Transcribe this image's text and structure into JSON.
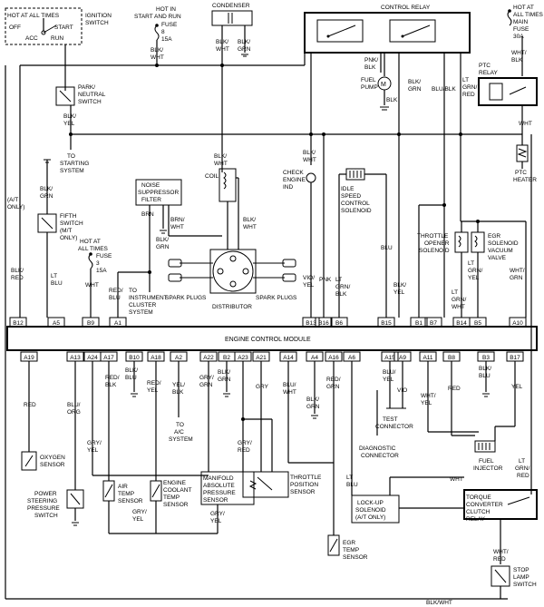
{
  "labels": {
    "hot_all_times_top": "HOT AT ALL TIMES",
    "ignition_switch_1": "IGNITION",
    "ignition_switch_2": "SWITCH",
    "sw_off": "OFF",
    "sw_start": "START",
    "sw_acc": "ACC",
    "sw_run": "RUN",
    "hot_start_run_1": "HOT IN",
    "hot_start_run_2": "START AND RUN",
    "fuse8_1": "FUSE",
    "fuse8_2": "8",
    "fuse8_3": "15A",
    "w_blk_wht_ign_1": "BLK/",
    "w_blk_wht_ign_2": "WHT",
    "condenser": "CONDENSER",
    "cond_blk_wht_1": "BLK/",
    "cond_blk_wht_2": "WHT",
    "cond_blk_grn_1": "BLK/",
    "cond_blk_grn_2": "GRN",
    "control_relay": "CONTROL RELAY",
    "hot_main_1": "HOT AT",
    "hot_main_2": "ALL TIMES",
    "main_fuse_1": "MAIN",
    "main_fuse_2": "FUSE",
    "main_fuse_3": "30A",
    "main_wht_blk_1": "WHT/",
    "main_wht_blk_2": "BLK",
    "park_neutral_1": "PARK/",
    "park_neutral_2": "NEUTRAL",
    "park_neutral_3": "SWITCH",
    "pn_blk_yel_1": "BLK/",
    "pn_blk_yel_2": "YEL",
    "pnk_blk_1": "PNK/",
    "pnk_blk_2": "BLK",
    "fuel_pump_1": "FUEL",
    "fuel_pump_2": "PUMP",
    "pump_m": "M",
    "cr_blk_1": "BLK",
    "cr_blk_grn_1": "BLK/",
    "cr_blk_grn_2": "GRN",
    "cr_blu_blk_1": "BLU/BLK",
    "cr_lt_grn_red_1": "LT",
    "cr_lt_grn_red_2": "GRN/",
    "cr_lt_grn_red_3": "RED",
    "ptc_relay_1": "PTC",
    "ptc_relay_2": "RELAY",
    "ptc_wht": "WHT",
    "ptc_heater_1": "PTC",
    "ptc_heater_2": "HEATER",
    "to_starting_1": "TO",
    "to_starting_2": "STARTING",
    "to_starting_3": "SYSTEM",
    "coil": "COIL",
    "coil_blk_wht_1": "BLK/",
    "coil_blk_wht_2": "WHT",
    "check_engine_1": "CHECK",
    "check_engine_2": "ENGINE",
    "check_engine_3": "IND",
    "ce_blk_wht_1": "BLK/",
    "ce_blk_wht_2": "WHT",
    "isc_1": "IDLE",
    "isc_2": "SPEED",
    "isc_3": "CONTROL",
    "isc_4": "SOLENOID",
    "fifth_blk_grn_1": "BLK/",
    "fifth_blk_grn_2": "GRN",
    "noise_1": "NOISE",
    "noise_2": "SUPPRESSOR",
    "noise_3": "FILTER",
    "at_only_1": "(A/T",
    "at_only_2": "ONLY)",
    "fifth_1": "FIFTH",
    "fifth_2": "SWITCH",
    "fifth_3": "(M/T",
    "fifth_4": "ONLY)",
    "brn": "BRN",
    "brn_wht_1": "BRN/",
    "brn_wht_2": "WHT",
    "ns_blk_grn_1": "BLK/",
    "ns_blk_grn_2": "GRN",
    "dist_blk_wht_1": "BLK/",
    "dist_blk_wht_2": "WHT",
    "blu": "BLU",
    "to_opener_1": "THROTTLE",
    "to_opener_2": "OPENER",
    "to_opener_3": "SOLENOID",
    "egr_sol_1": "EGR",
    "egr_sol_2": "SOLENOID",
    "egr_sol_3": "VACUUM",
    "egr_sol_4": "VALVE",
    "hot_fuse3_1": "HOT AT",
    "hot_fuse3_2": "ALL TIMES",
    "fuse3_1": "FUSE",
    "fuse3_2": "3",
    "fuse3_3": "15A",
    "b12_blk_red_1": "BLK/",
    "b12_blk_red_2": "RED",
    "a5_lt_blu_1": "LT",
    "a5_lt_blu_2": "BLU",
    "b9_wht": "WHT",
    "a1_red_blu_1": "RED/",
    "a1_red_blu_2": "BLU",
    "to_ic_1": "TO",
    "to_ic_2": "INSTRUMENT",
    "to_ic_3": "CLUSTER",
    "to_ic_4": "SYSTEM",
    "spark_plugs_l": "SPARK PLUGS",
    "spark_plugs_r": "SPARK PLUGS",
    "distributor": "DISTRIBUTOR",
    "b13_vio_yel_1": "VIO/",
    "b13_vio_yel_2": "YEL",
    "b16_pnk": "PNK",
    "b6_lt_grn_blk_1": "LT",
    "b6_lt_grn_blk_2": "GRN/",
    "b6_lt_grn_blk_3": "BLK",
    "b15_blk_yel_1": "BLK/",
    "b15_blk_yel_2": "YEL",
    "b14_lt_grn_wht_1": "LT",
    "b14_lt_grn_wht_2": "GRN/",
    "b14_lt_grn_wht_3": "WHT",
    "b5_lt_grn_yel_1": "LT",
    "b5_lt_grn_yel_2": "GRN/",
    "b5_lt_grn_yel_3": "YEL",
    "a10_wht_grn_1": "WHT/",
    "a10_wht_grn_2": "GRN",
    "ecm": "ENGINE CONTROL MODULE",
    "pins_top": [
      "B12",
      "A5",
      "B9",
      "A1",
      "B13",
      "B16",
      "B6",
      "B15",
      "B1",
      "B7",
      "B14",
      "B5",
      "A10"
    ],
    "pins_bottom": [
      "A19",
      "A13",
      "A24",
      "A17",
      "B10",
      "A18",
      "A2",
      "A22",
      "B2",
      "A23",
      "A21",
      "A14",
      "A4",
      "A16",
      "A6",
      "A15",
      "A9",
      "A11",
      "B8",
      "B3",
      "B17"
    ],
    "a19_red": "RED",
    "a13_blu_org_1": "BLU/",
    "a13_blu_org_2": "ORG",
    "a24_gry_yel_1": "GRY/",
    "a24_gry_yel_2": "YEL",
    "a17_red_blk_1": "RED/",
    "a17_red_blk_2": "BLK",
    "b10_blk_blu_1": "BLK/",
    "b10_blk_blu_2": "BLU",
    "a18_red_yel_1": "RED/",
    "a18_red_yel_2": "YEL",
    "a2_yel_blk_1": "YEL/",
    "a2_yel_blk_2": "BLK",
    "to_ac_1": "TO",
    "to_ac_2": "A/C",
    "to_ac_3": "SYSTEM",
    "a22_gry_grn_1": "GRY/",
    "a22_gry_grn_2": "GRN",
    "b2_blk_grn_1": "BLK/",
    "b2_blk_grn_2": "GRN",
    "a23_gry": "GRY",
    "a14_blu_wht_1": "BLU/",
    "a14_blu_wht_2": "WHT",
    "a4_blk_grn_1": "BLK/",
    "a4_blk_grn_2": "GRN",
    "a16_red_grn_1": "RED/",
    "a16_red_grn_2": "GRN",
    "a15_blu_yel_1": "BLU/",
    "a15_blu_yel_2": "YEL",
    "a9_vio": "VIO",
    "a11_wht_yel_1": "WHT/",
    "a11_wht_yel_2": "YEL",
    "b8_red": "RED",
    "b3_blk_blu_1": "BLK/",
    "b3_blk_blu_2": "BLU",
    "b17_yel": "YEL",
    "oxygen_1": "OXYGEN",
    "oxygen_2": "SENSOR",
    "gry_red_1": "GRY/",
    "gry_red_2": "RED",
    "test_conn_1": "TEST",
    "test_conn_2": "CONNECTOR",
    "diag_1": "DIAGNOSTIC",
    "diag_2": "CONNECTOR",
    "fuel_inj_1": "FUEL",
    "fuel_inj_2": "INJECTOR",
    "lt_grn_red_r_1": "LT",
    "lt_grn_red_r_2": "GRN/",
    "lt_grn_red_r_3": "RED",
    "air_temp_1": "AIR",
    "air_temp_2": "TEMP",
    "air_temp_3": "SENSOR",
    "ect_1": "ENGINE",
    "ect_2": "COOLANT",
    "ect_3": "TEMP",
    "ect_4": "SENSOR",
    "map_1": "MANIFOLD",
    "map_2": "ABSOLUTE",
    "map_3": "PRESSURE",
    "map_4": "SENSOR",
    "tps_1": "THROTTLE",
    "tps_2": "POSITION",
    "tps_3": "SENSOR",
    "ps_1": "POWER",
    "ps_2": "STEERING",
    "ps_3": "PRESSURE",
    "ps_4": "SWITCH",
    "gry_yel_s1_1": "GRY/",
    "gry_yel_s1_2": "YEL",
    "gry_yel_s2_1": "GRY/",
    "gry_yel_s2_2": "YEL",
    "a6_lt_blu_1": "LT",
    "a6_lt_blu_2": "BLU",
    "lockup_1": "LOCK-UP",
    "lockup_2": "SOLENOID",
    "lockup_3": "(A/T ONLY)",
    "wht_tcc": "WHT",
    "tcc_1": "TORQUE",
    "tcc_2": "CONVERTER",
    "tcc_3": "CLUTCH",
    "tcc_4": "RELAY",
    "egr_temp_1": "EGR",
    "egr_temp_2": "TEMP",
    "egr_temp_3": "SENSOR",
    "wht_red_1": "WHT/",
    "wht_red_2": "RED",
    "stop_lamp_1": "STOP",
    "stop_lamp_2": "LAMP",
    "stop_lamp_3": "SWITCH",
    "blk_wht_bottom": "BLK/WHT"
  }
}
